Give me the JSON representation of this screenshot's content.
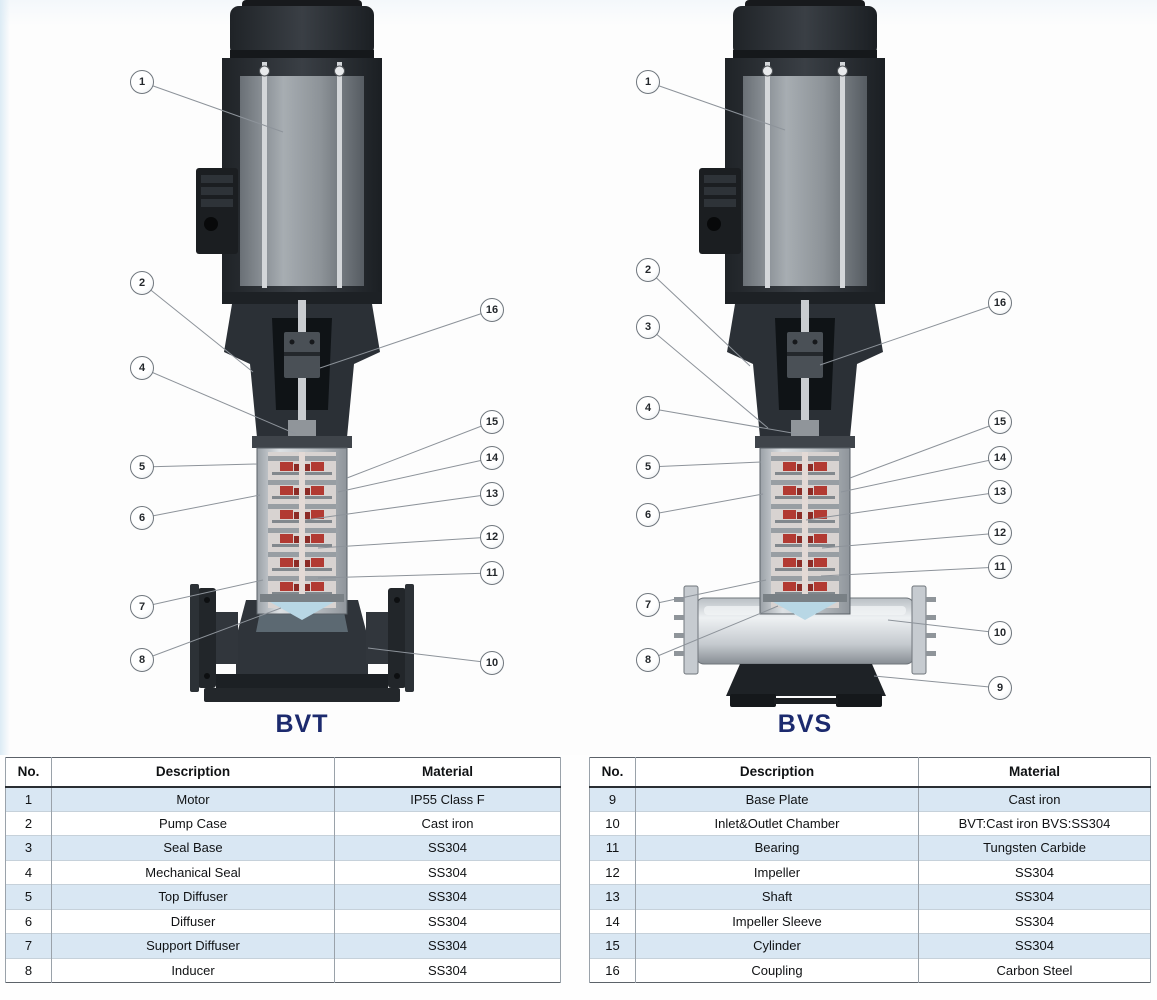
{
  "diagrams": [
    {
      "id": "bvt",
      "label": "BVT",
      "callouts": [
        "1",
        "2",
        "4",
        "5",
        "6",
        "7",
        "8",
        "16",
        "15",
        "14",
        "13",
        "12",
        "11",
        "10"
      ]
    },
    {
      "id": "bvs",
      "label": "BVS",
      "callouts": [
        "1",
        "2",
        "3",
        "4",
        "5",
        "6",
        "7",
        "8",
        "16",
        "15",
        "14",
        "13",
        "12",
        "11",
        "10",
        "9"
      ]
    }
  ],
  "tables": [
    {
      "headers": [
        "No.",
        "Description",
        "Material"
      ],
      "rows": [
        [
          "1",
          "Motor",
          "IP55 Class F"
        ],
        [
          "2",
          "Pump Case",
          "Cast iron"
        ],
        [
          "3",
          "Seal Base",
          "SS304"
        ],
        [
          "4",
          "Mechanical Seal",
          "SS304"
        ],
        [
          "5",
          "Top Diffuser",
          "SS304"
        ],
        [
          "6",
          "Diffuser",
          "SS304"
        ],
        [
          "7",
          "Support Diffuser",
          "SS304"
        ],
        [
          "8",
          "Inducer",
          "SS304"
        ]
      ]
    },
    {
      "headers": [
        "No.",
        "Description",
        "Material"
      ],
      "rows": [
        [
          "9",
          "Base Plate",
          "Cast iron"
        ],
        [
          "10",
          "Inlet&Outlet Chamber",
          "BVT:Cast iron BVS:SS304"
        ],
        [
          "11",
          "Bearing",
          "Tungsten Carbide"
        ],
        [
          "12",
          "Impeller",
          "SS304"
        ],
        [
          "13",
          "Shaft",
          "SS304"
        ],
        [
          "14",
          "Impeller Sleeve",
          "SS304"
        ],
        [
          "15",
          "Cylinder",
          "SS304"
        ],
        [
          "16",
          "Coupling",
          "Carbon Steel"
        ]
      ]
    }
  ],
  "colors": {
    "label_navy": "#1c2a6e",
    "row_stripe": "#d9e7f3",
    "impeller_red": "#b23a32",
    "inducer_blue": "#b8d7e5",
    "leader_gray": "#8d939a"
  }
}
